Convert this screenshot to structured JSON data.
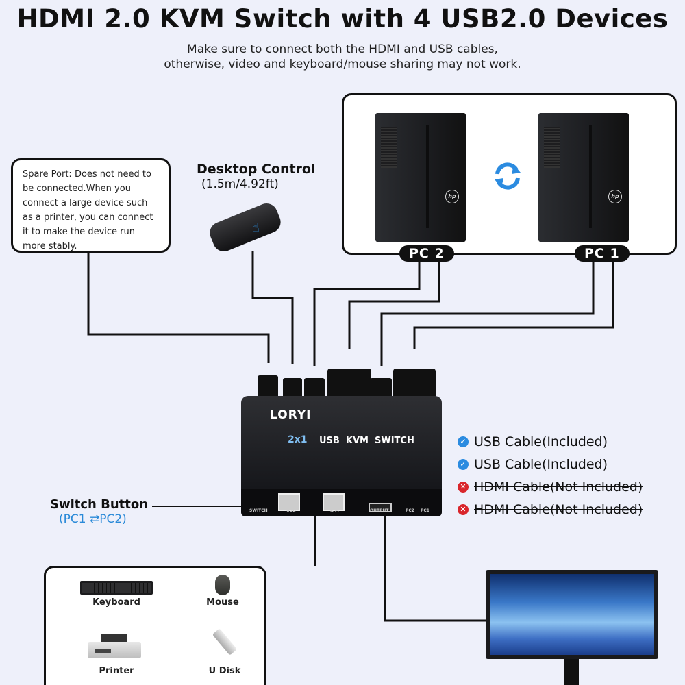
{
  "title": "HDMI 2.0 KVM Switch with 4 USB2.0 Devices",
  "subtitle_line1": "Make sure to connect both the HDMI and USB cables,",
  "subtitle_line2": "otherwise, video and keyboard/mouse sharing may not work.",
  "spare_port_note": "Spare Port: Does not need to be connected.When you connect a large device such as a printer, you can connect it to make the device run more stably.",
  "desktop_control": {
    "title": "Desktop Control",
    "length": "(1.5m/4.92ft)"
  },
  "pcs": {
    "pc2": "PC 2",
    "pc1": "PC 1",
    "brand": "hp"
  },
  "switch_button": {
    "title": "Switch Button",
    "desc_left": "(PC1",
    "desc_arrow": "⇄",
    "desc_right": "PC2)"
  },
  "kvm": {
    "brand": "LORYI",
    "model": "2x1",
    "name": "USB  KVM  SWITCH",
    "ports": {
      "switch": "SWITCH",
      "usb": "USB",
      "km": "K/M",
      "output": "OUTPUT",
      "pc2": "PC2",
      "pc1": "PC1"
    }
  },
  "features": [
    {
      "text": "USB Cable(Included)",
      "included": true
    },
    {
      "text": "USB Cable(Included)",
      "included": true
    },
    {
      "text": "HDMI Cable(Not Included)",
      "included": false
    },
    {
      "text": "HDMI Cable(Not Included)",
      "included": false
    }
  ],
  "devices": {
    "keyboard": "Keyboard",
    "mouse": "Mouse",
    "printer": "Printer",
    "udisk": "U Disk"
  },
  "colors": {
    "accent_blue": "#2a8ad8",
    "check_blue": "#2b8be0",
    "cross_red": "#d9262c",
    "background": "#eef0fa"
  }
}
